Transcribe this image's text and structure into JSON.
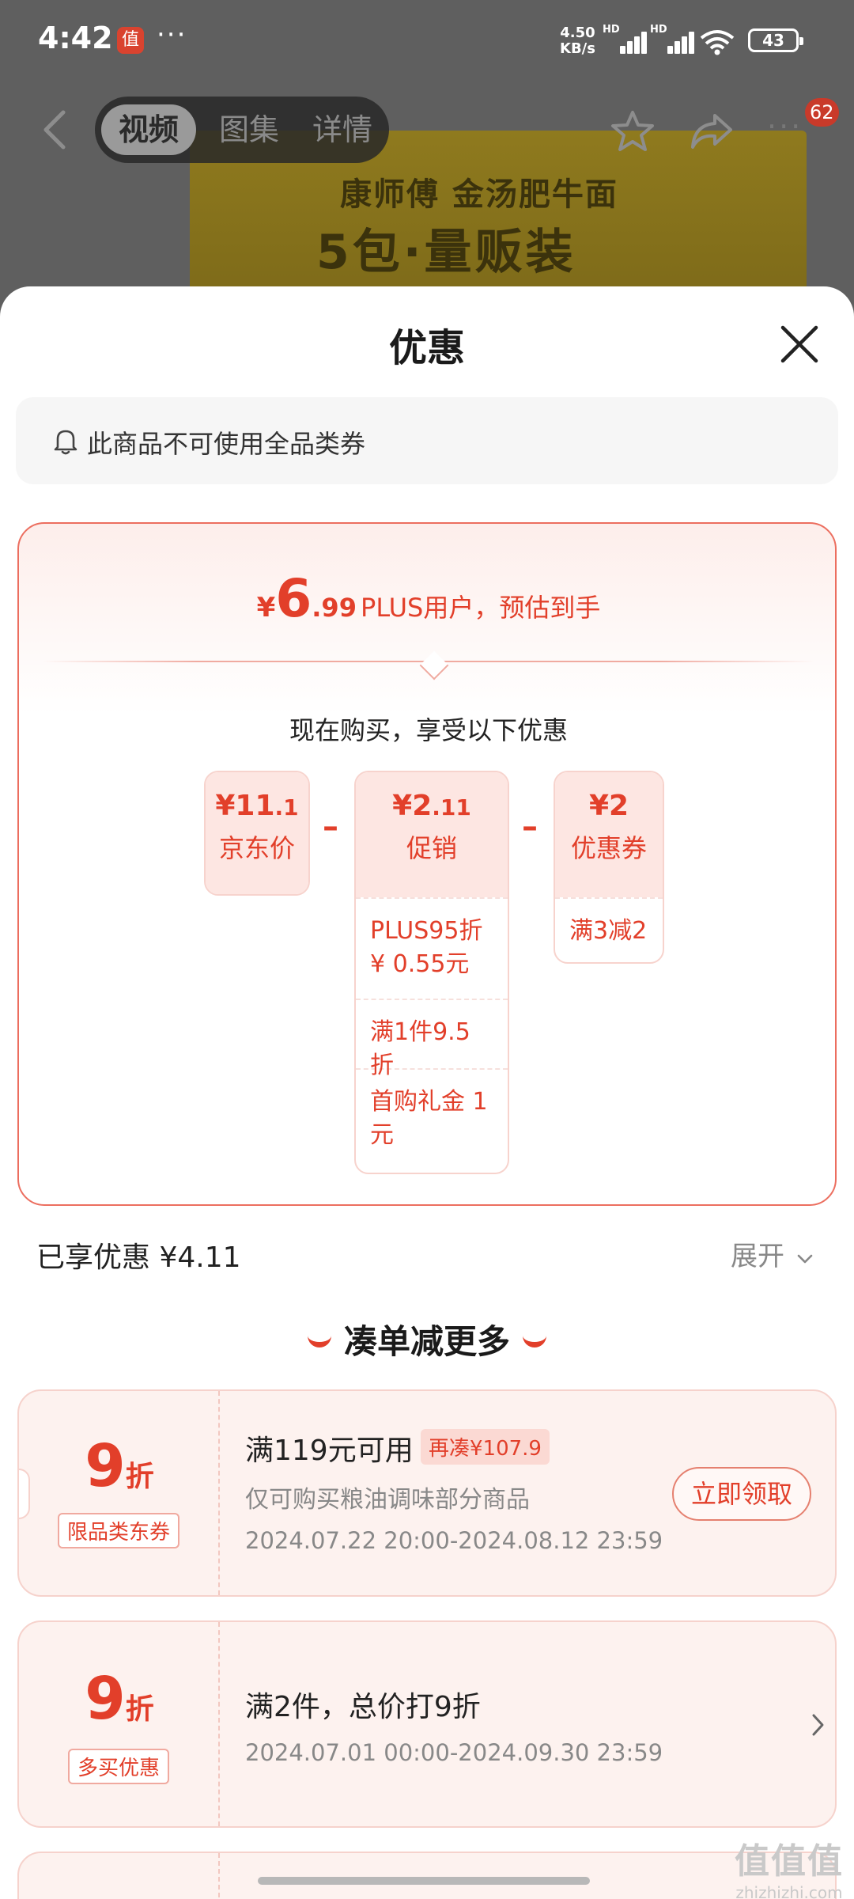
{
  "status_bar": {
    "time": "4:42",
    "app_icon_char": "值",
    "dots": "···",
    "net_speed_value": "4.50",
    "net_speed_unit": "KB/s",
    "signal1_label": "HD",
    "signal2_label": "HD",
    "battery": "43"
  },
  "nav": {
    "tabs": [
      {
        "label": "视频",
        "active": true
      },
      {
        "label": "图集",
        "active": false
      },
      {
        "label": "详情",
        "active": false
      }
    ],
    "more": "···",
    "badge": "62"
  },
  "background": {
    "product_text_line1": "康师傅 金汤肥牛面",
    "product_text_line2": "5包·量贩装"
  },
  "sheet": {
    "title": "优惠",
    "notice": "此商品不可使用全品类券",
    "estimate": {
      "currency": "¥",
      "int": "6",
      "dec": ".99",
      "label": "PLUS用户，预估到手"
    },
    "subtitle": "现在购买，享受以下优惠",
    "calc": [
      {
        "currency": "¥",
        "int": "11",
        "dec": ".1",
        "title": "京东价",
        "items": []
      },
      {
        "currency": "¥",
        "int": "2",
        "dec": ".11",
        "title": "促销",
        "items": [
          "PLUS95折 ¥ 0.55元",
          "满1件9.5折",
          "首购礼金 1元"
        ]
      },
      {
        "currency": "¥",
        "int": "2",
        "dec": "",
        "title": "优惠券",
        "items": [
          "满3减2"
        ]
      }
    ],
    "minus_sign": "–",
    "saved": "已享优惠 ¥4.11",
    "expand": "展开",
    "section_title": "凑单减更多",
    "coupons": [
      {
        "discount_num": "9",
        "discount_unit": "折",
        "tag": "限品类东券",
        "condition": "满119元可用",
        "extra": "再凑¥107.9",
        "desc": "仅可购买粮油调味部分商品",
        "date": "2024.07.22 20:00-2024.08.12 23:59",
        "action": "立即领取"
      },
      {
        "discount_num": "9",
        "discount_unit": "折",
        "tag": "多买优惠",
        "condition": "满2件，总价打9折",
        "date": "2024.07.01 00:00-2024.09.30 23:59"
      }
    ]
  },
  "watermark": {
    "logo": "值值值",
    "url": "zhizhizhi.com"
  },
  "colors": {
    "accent": "#e23f2a",
    "card_border": "#ec6e5f",
    "coupon_bg": "#fdf2ef"
  }
}
